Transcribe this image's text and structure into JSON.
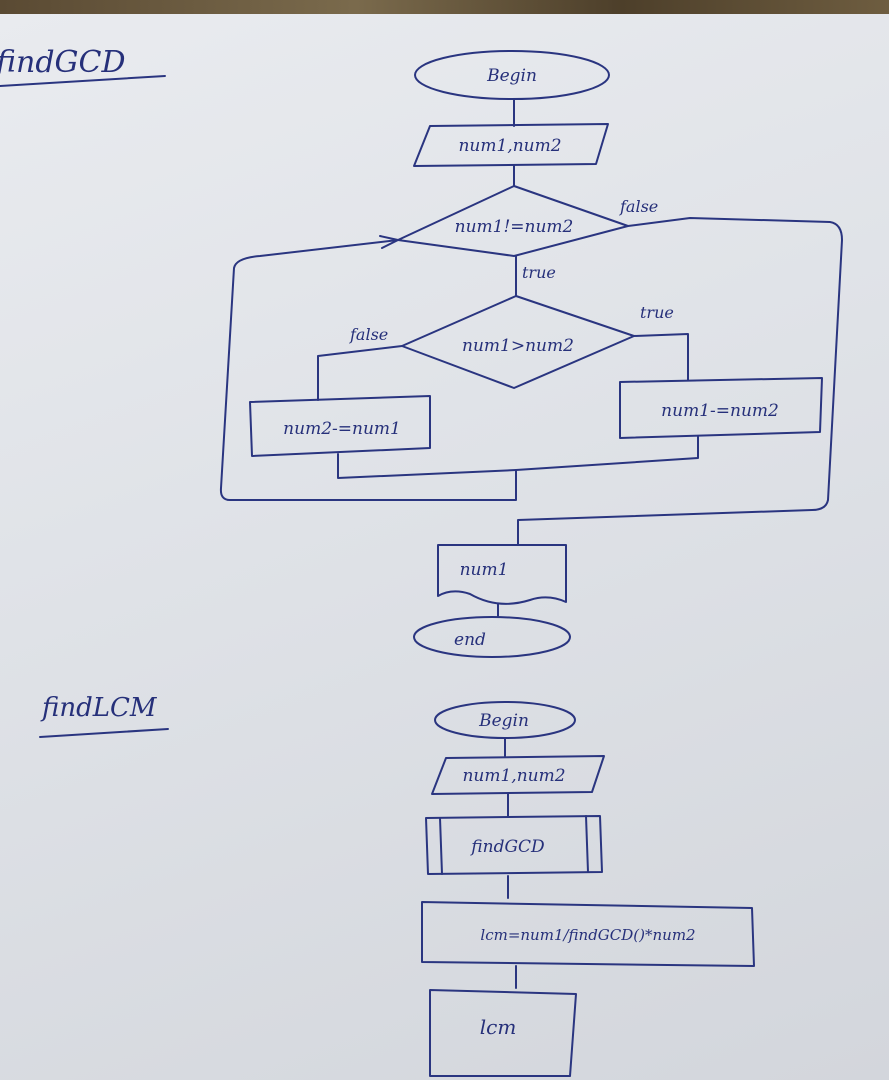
{
  "gcd": {
    "title": "findGCD",
    "begin": "Begin",
    "input": "num1,num2",
    "loop_condition": "num1!=num2",
    "loop_false": "false",
    "loop_true": "true",
    "compare_condition": "num1>num2",
    "compare_false": "false",
    "compare_true": "true",
    "false_branch": "num2-=num1",
    "true_branch": "num1-=num2",
    "output": "num1",
    "end": "end"
  },
  "lcm": {
    "title": "findLCM",
    "begin": "Begin",
    "input": "num1,num2",
    "call": "findGCD",
    "compute": "lcm=num1/findGCD()*num2",
    "output": "lcm"
  }
}
